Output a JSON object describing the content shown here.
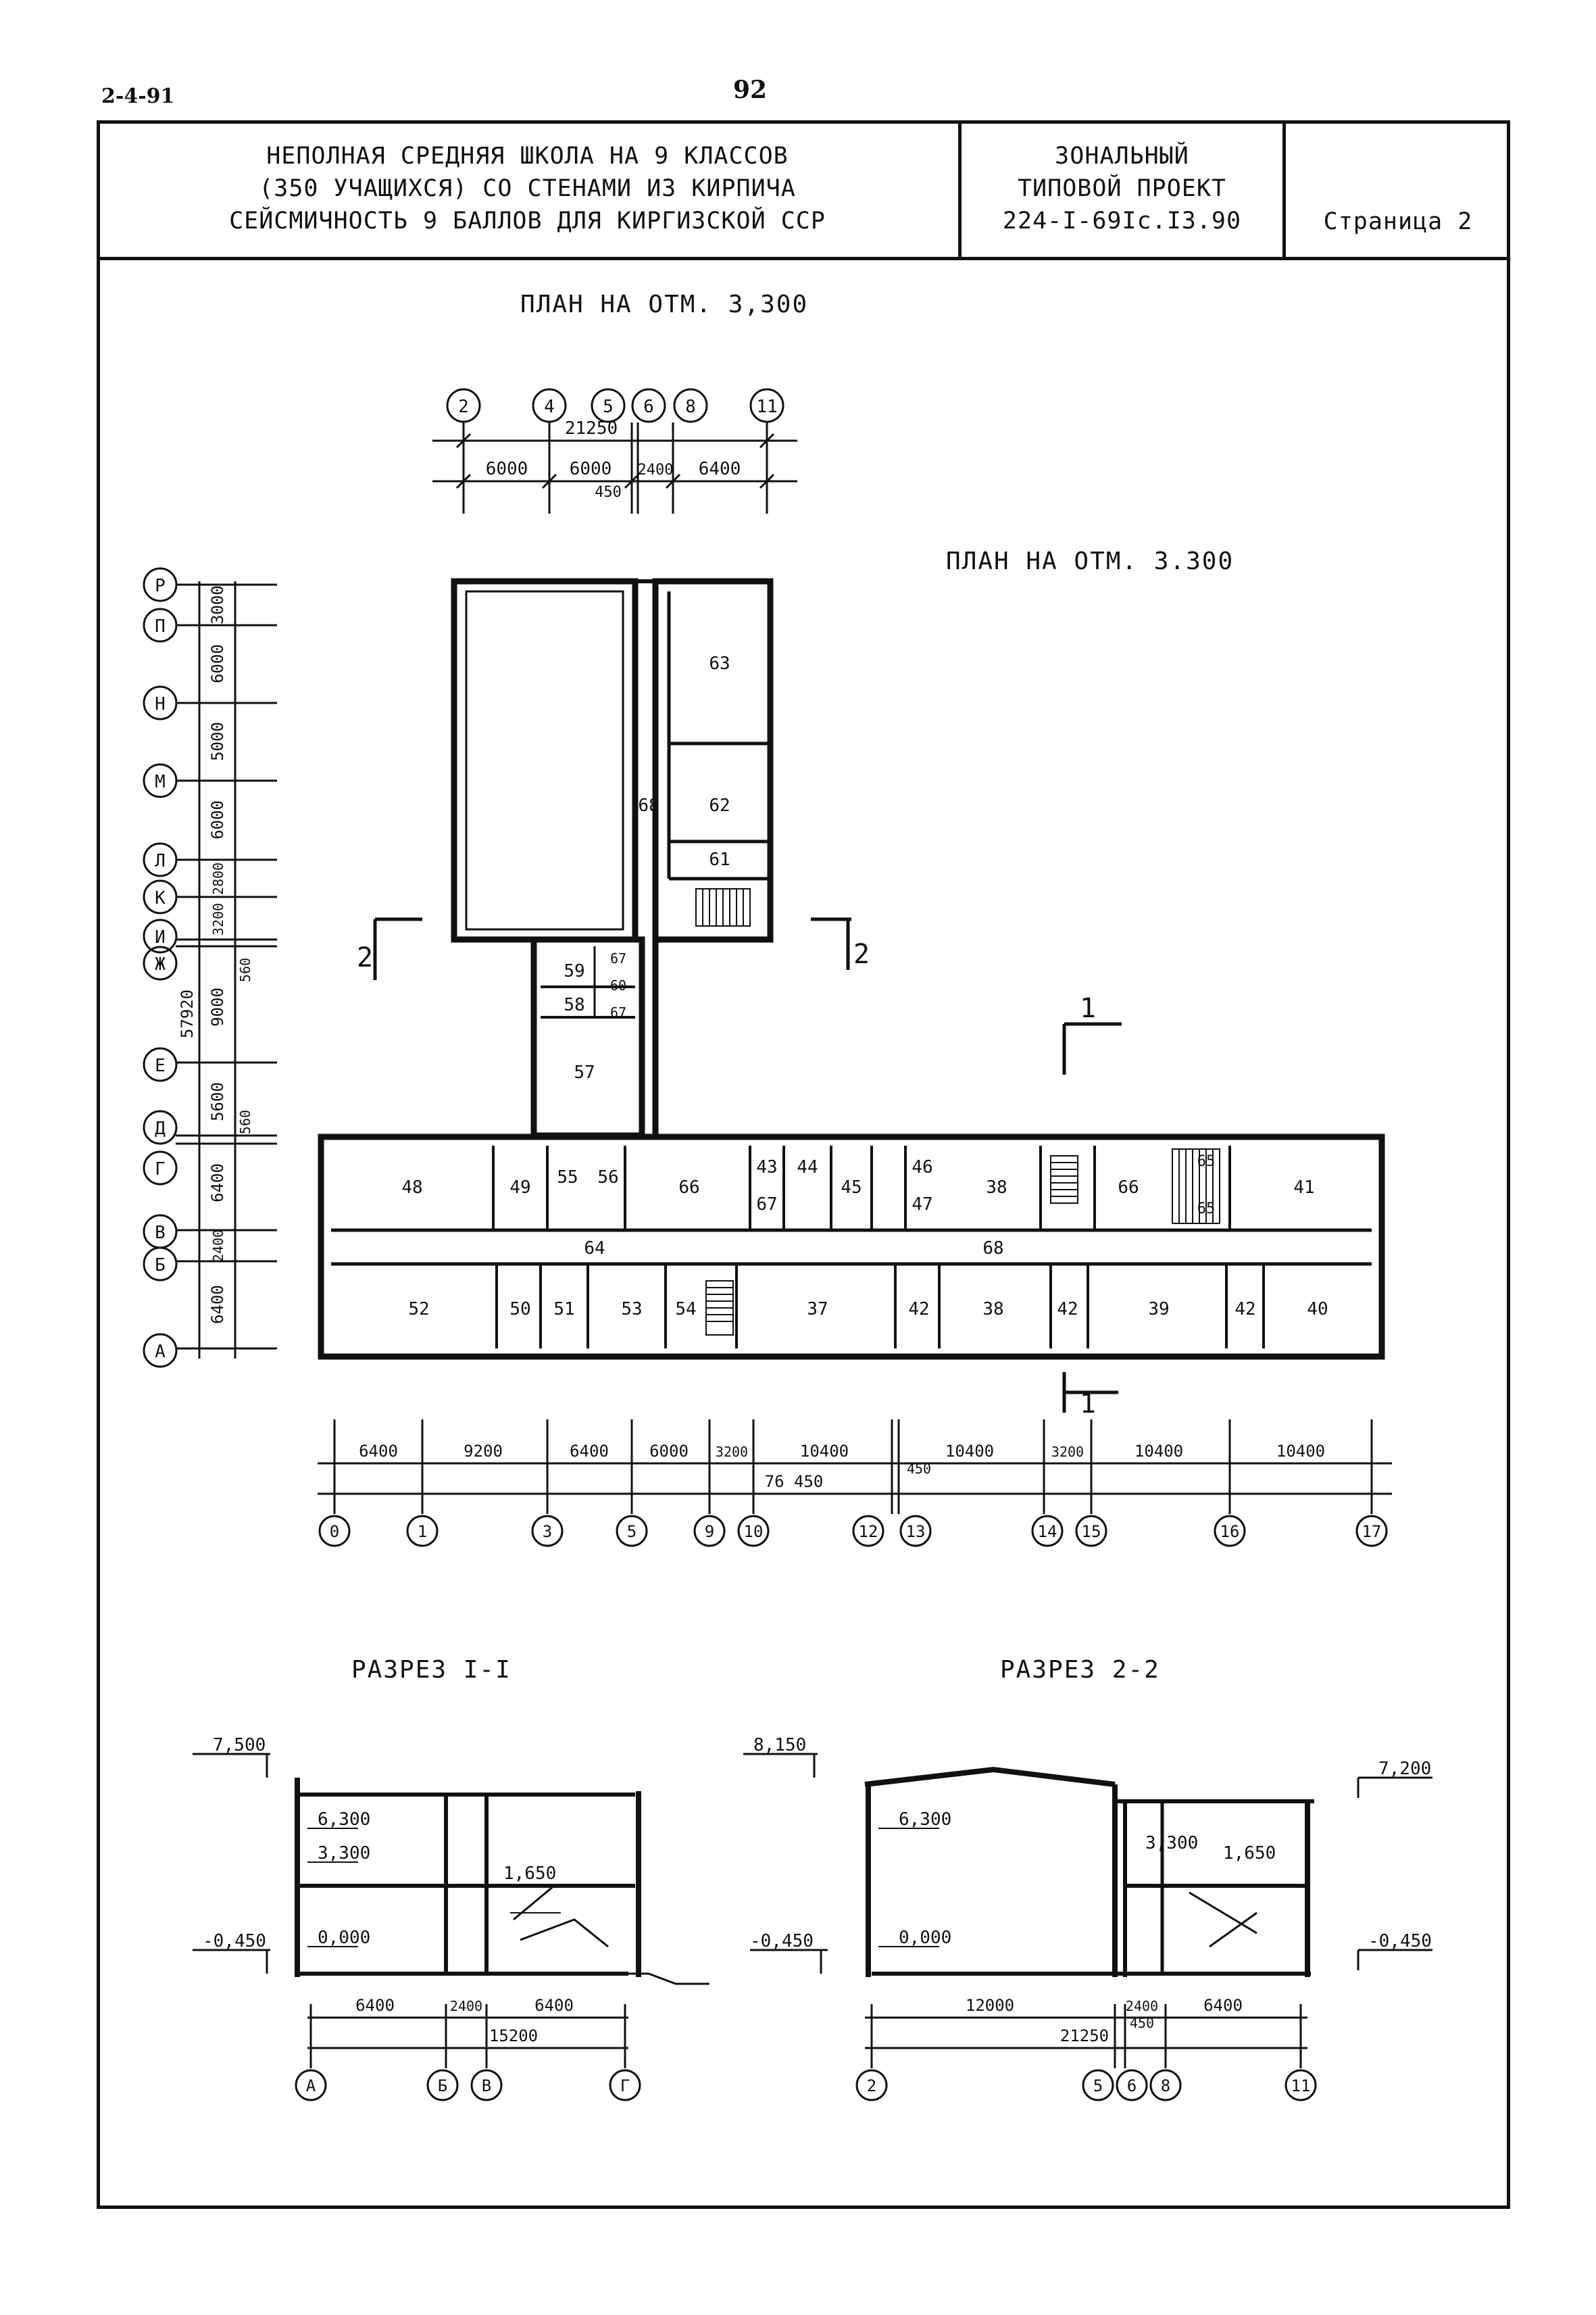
{
  "sheet": {
    "series_code": "2-4-91",
    "page_number": "92",
    "title_lines": [
      "НЕПОЛНАЯ СРЕДНЯЯ ШКОЛА НА 9 КЛАССОВ",
      "(350 УЧАЩИХСЯ) СО СТЕНАМИ ИЗ КИРПИЧА",
      "СЕЙСМИЧНОСТЬ 9 БАЛЛОВ  ДЛЯ КИРГИЗСКОЙ ССР"
    ],
    "project_lines": [
      "ЗОНАЛЬНЫЙ",
      "ТИПОВОЙ ПРОЕКТ",
      "224-I-69Iс.I3.90"
    ],
    "page_label": "Страница  2"
  },
  "plan": {
    "title_top": "ПЛАН НА ОТМ. 3,300",
    "title_right": "ПЛАН НА ОТМ. 3.300",
    "top_axes": [
      "2",
      "4",
      "5",
      "6",
      "8",
      "11"
    ],
    "top_dims": [
      "6000",
      "6000",
      "2400",
      "6400"
    ],
    "top_total": "21250",
    "top_offset": "450",
    "left_axes": [
      "Р",
      "П",
      "Н",
      "М",
      "Л",
      "К",
      "И",
      "Ж",
      "Е",
      "Д",
      "Г",
      "В",
      "Б",
      "А"
    ],
    "left_dims": [
      "3000",
      "6000",
      "5000",
      "6000",
      "2800",
      "3200",
      "9000",
      "5600",
      "6400",
      "2400",
      "6400"
    ],
    "left_small": [
      "560",
      "560"
    ],
    "left_total": "57920",
    "bottom_axes": [
      "0",
      "1",
      "3",
      "5",
      "9",
      "10",
      "12",
      "13",
      "14",
      "15",
      "16",
      "17"
    ],
    "bottom_dims": [
      "6400",
      "9200",
      "6400",
      "6000",
      "3200",
      "10400",
      "10400",
      "3200",
      "10400",
      "10400"
    ],
    "bottom_total": "76 450",
    "bottom_offset": "450",
    "section_marks": [
      "2",
      "2",
      "1",
      "1"
    ],
    "rooms": [
      "63",
      "62",
      "68",
      "61",
      "59",
      "67",
      "60",
      "58",
      "67",
      "57",
      "48",
      "49",
      "55",
      "56",
      "66",
      "43",
      "44",
      "45",
      "67",
      "46",
      "47",
      "38",
      "66",
      "65",
      "65",
      "41",
      "64",
      "68",
      "52",
      "50",
      "51",
      "53",
      "54",
      "37",
      "42",
      "38",
      "42",
      "39",
      "42",
      "40"
    ]
  },
  "section1": {
    "title": "РАЗРЕЗ I-I",
    "levels": [
      "7,500",
      "6,300",
      "3,300",
      "1,650",
      "-0,450",
      "0,000"
    ],
    "dims": [
      "6400",
      "2400",
      "6400"
    ],
    "total": "15200",
    "axes": [
      "А",
      "Б",
      "В",
      "Г"
    ]
  },
  "section2": {
    "title": "РАЗРЕЗ 2-2",
    "levels": [
      "8,150",
      "7,200",
      "6,300",
      "3,300",
      "1,650",
      "-0,450",
      "0,000",
      "-0,450"
    ],
    "dims": [
      "12000",
      "2400",
      "6400"
    ],
    "offset": "450",
    "total": "21250",
    "axes": [
      "2",
      "5",
      "6",
      "8",
      "11"
    ]
  }
}
